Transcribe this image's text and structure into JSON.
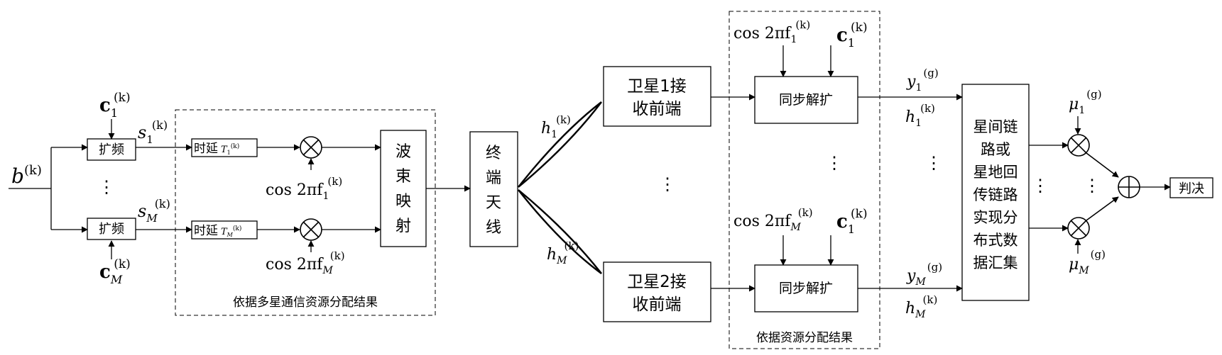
{
  "input_symbol": {
    "base": "b",
    "sup": "(k)"
  },
  "spread_code_top": {
    "base": "c",
    "sub": "1",
    "sup": "(k)"
  },
  "spread_code_bottom": {
    "base": "c",
    "sub": "M",
    "sup": "(k)"
  },
  "signal_top": {
    "base": "s",
    "sub": "1",
    "sup": "(k)"
  },
  "signal_bottom": {
    "base": "s",
    "sub": "M",
    "sup": "(k)"
  },
  "spread_block_label": "扩频",
  "delay_top": {
    "label": "时延",
    "var": "T",
    "sub": "1",
    "sup": "(k)"
  },
  "delay_bottom": {
    "label": "时延",
    "var": "T",
    "sub": "M",
    "sup": "(k)"
  },
  "carrier_top": {
    "text": "cos 2πf",
    "sub": "1",
    "sup": "(k)"
  },
  "carrier_bottom": {
    "text": "cos 2πf",
    "sub": "M",
    "sup": "(k)"
  },
  "beam_mapping_chars": [
    "波",
    "束",
    "映",
    "射"
  ],
  "transmit_group_caption": "依据多星通信资源分配结果",
  "terminal_antenna_chars": [
    "终",
    "端",
    "天",
    "线"
  ],
  "channel_top": {
    "base": "h",
    "sub": "1",
    "sup": "(k)"
  },
  "channel_bottom": {
    "base": "h",
    "sub": "M",
    "sup": "(k)"
  },
  "sat1_frontend": [
    "卫星1接",
    "收前端"
  ],
  "sat2_frontend": [
    "卫星2接",
    "收前端"
  ],
  "despread_label": "同步解扩",
  "despread_carrier_top": {
    "text": "cos 2πf",
    "sub": "1",
    "sup": "(k)"
  },
  "despread_carrier_bottom": {
    "text": "cos 2πf",
    "sub": "M",
    "sup": "(k)"
  },
  "despread_code_top": {
    "base": "c",
    "sub": "1",
    "sup": "(k)"
  },
  "despread_code_bottom": {
    "base": "c",
    "sub": "1",
    "sup": "(k)"
  },
  "receive_group_caption": "依据资源分配结果",
  "output_top": {
    "base": "y",
    "sub": "1",
    "sup": "(g)"
  },
  "output_bottom": {
    "base": "y",
    "sub": "M",
    "sup": "(g)"
  },
  "channel_out_top": {
    "base": "h",
    "sub": "1",
    "sup": "(k)"
  },
  "channel_out_bottom": {
    "base": "h",
    "sub": "M",
    "sup": "(k)"
  },
  "aggregation_lines": [
    "星间链",
    "路或",
    "星地回",
    "传链路",
    "实现分",
    "布式数",
    "据汇集"
  ],
  "weight_top": {
    "base": "μ",
    "sub": "1",
    "sup": "(g)"
  },
  "weight_bottom": {
    "base": "μ",
    "sub": "M",
    "sup": "(g)"
  },
  "decision_label": "判决",
  "ellipsis": "⋮"
}
